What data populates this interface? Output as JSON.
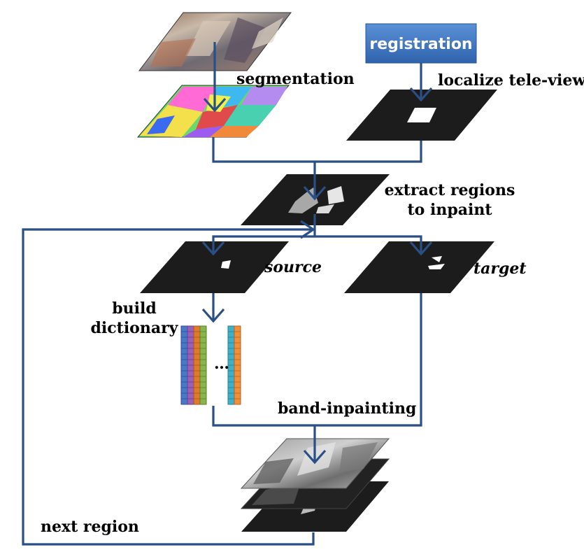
{
  "labels": {
    "segmentation": "segmentation",
    "registration": "registration",
    "localize": "localize tele-view",
    "extract_line1": "extract regions",
    "extract_line2": "to inpaint",
    "source": "source",
    "target": "target",
    "build_line1": "build",
    "build_line2": "dictionary",
    "ellipsis": "…",
    "band_inpainting": "band-inpainting",
    "next_region": "next region"
  },
  "colors": {
    "flow_line": "#2a4f86",
    "registration_box": "#3f78c4",
    "plane_dark": "#1c1c1c"
  },
  "icons": {
    "arrowheads": "chevron-down-icon"
  }
}
